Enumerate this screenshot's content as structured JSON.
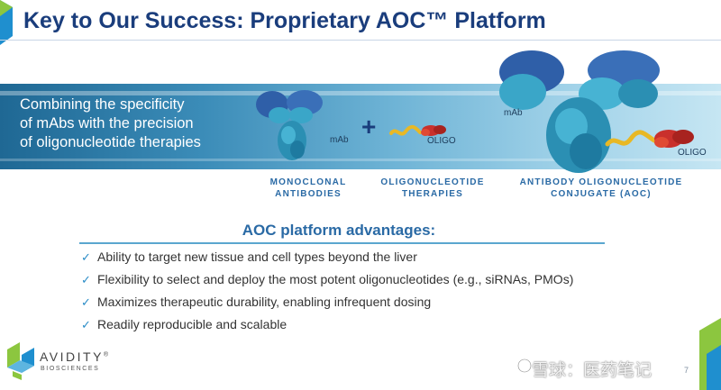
{
  "slide": {
    "title": "Key to Our Success: Proprietary AOC™ Platform",
    "tagline": [
      "Combining the specificity",
      "of mAbs with the precision",
      "of oligonucleotide therapies"
    ],
    "plus_symbol": "+",
    "diagram_labels": {
      "mab_left": "mAb",
      "oligo_left": "OLIGO",
      "mab_right": "mAb",
      "oligo_right": "OLIGO"
    },
    "captions": [
      {
        "line1": "MONOCLONAL",
        "line2": "ANTIBODIES"
      },
      {
        "line1": "OLIGONUCLEOTIDE",
        "line2": "THERAPIES"
      },
      {
        "line1": "ANTIBODY OLIGONUCLEOTIDE",
        "line2": "CONJUGATE (AOC)"
      }
    ],
    "advantages_title": "AOC platform advantages:",
    "advantages": [
      "Ability to target new tissue and cell types beyond the liver",
      "Flexibility to select and deploy the most potent oligonucleotides (e.g., siRNAs, PMOs)",
      "Maximizes therapeutic durability, enabling infrequent dosing",
      "Readily reproducible and scalable"
    ],
    "check_glyph": "✓",
    "page_number": "7"
  },
  "logo": {
    "word": "AVIDITY",
    "registered": "®",
    "subtitle": "BIOSCIENCES"
  },
  "watermark": {
    "text": "雪球：医药笔记"
  },
  "colors": {
    "title": "#1a3d7c",
    "accent": "#2a6aa5",
    "check": "#2a8cc7",
    "banner_dark": "#1f6894",
    "banner_light": "#c6e6f3",
    "logo_green": "#8cc63f",
    "logo_blue": "#1f8fcf"
  },
  "icons": {
    "corner_top_left": "blue-corner-accent",
    "corner_bottom_right": "green-corner-accent",
    "watermark_icon": "snowball-icon"
  }
}
